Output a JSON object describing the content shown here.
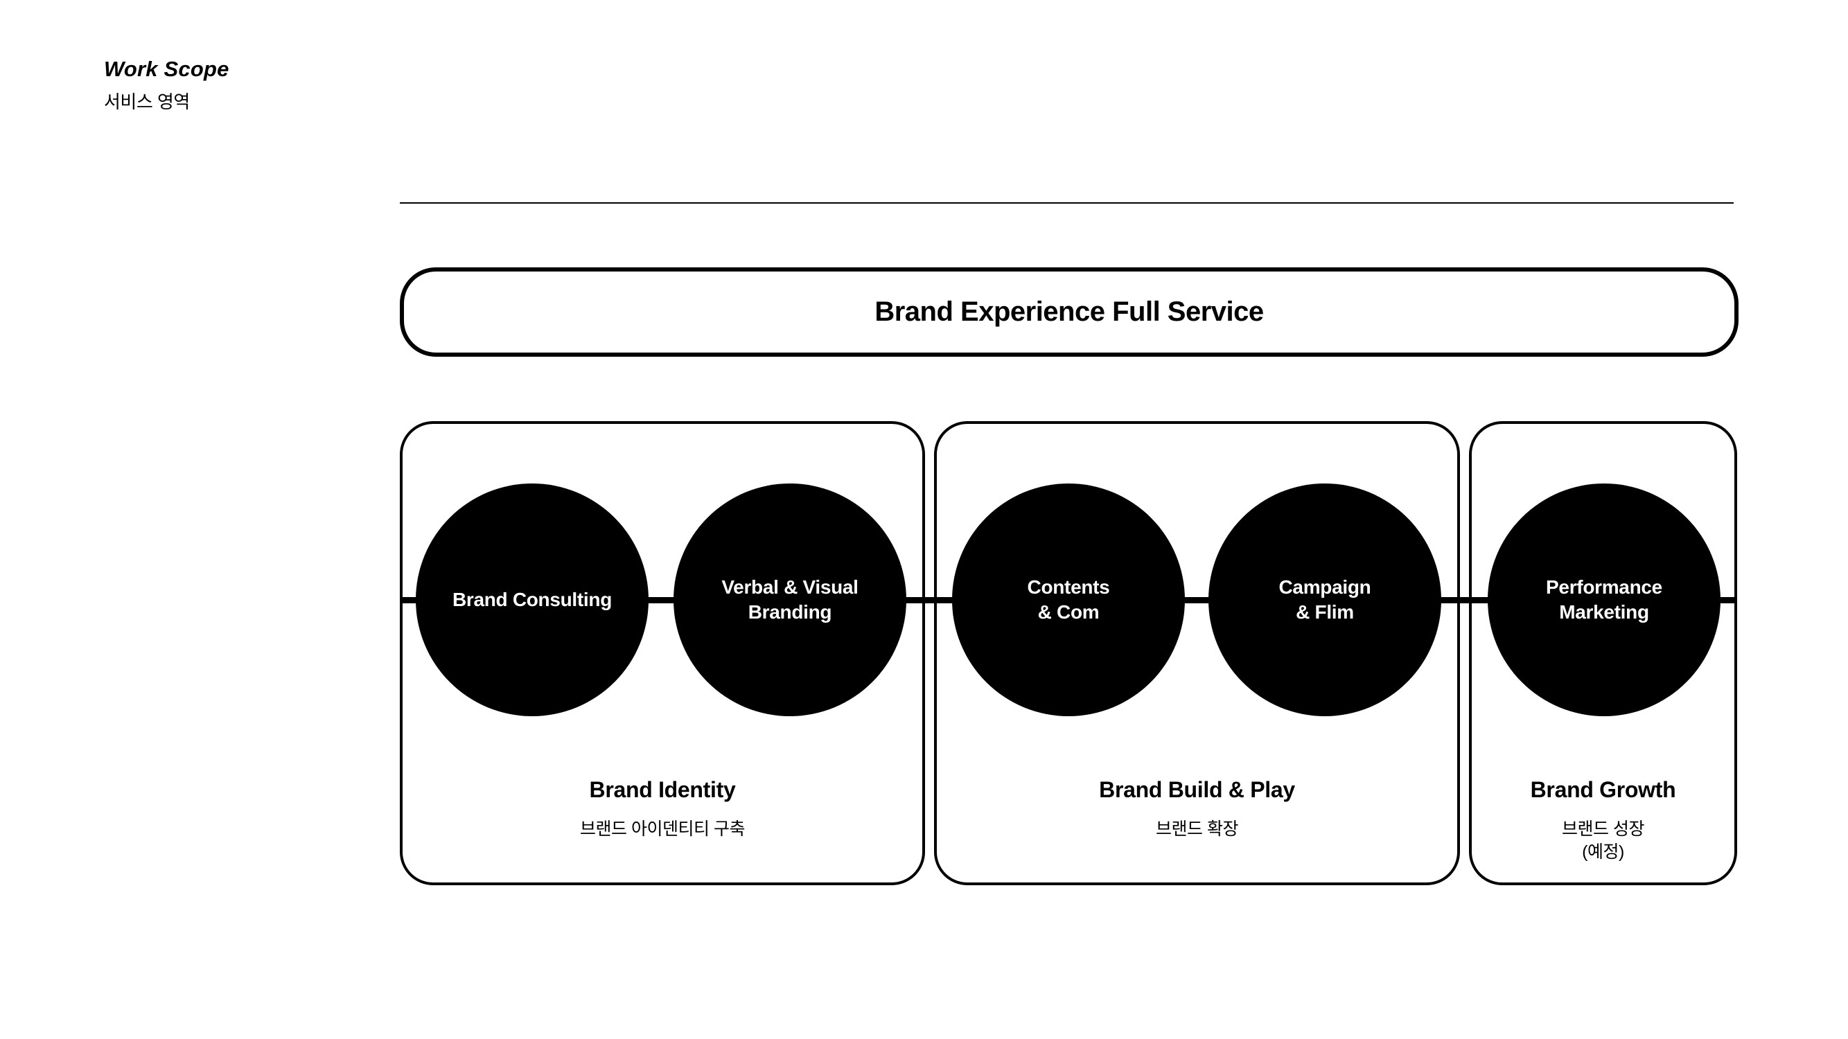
{
  "colors": {
    "ink": "#000000",
    "paper": "#ffffff"
  },
  "header": {
    "title": "Work Scope",
    "subtitle": "서비스 영역"
  },
  "banner": {
    "label": "Brand Experience Full Service"
  },
  "circles": [
    {
      "line1": "Brand Consulting",
      "line2": ""
    },
    {
      "line1": "Verbal & Visual",
      "line2": "Branding"
    },
    {
      "line1": "Contents",
      "line2": "& Com"
    },
    {
      "line1": "Campaign",
      "line2": "& Flim"
    },
    {
      "line1": "Performance",
      "line2": "Marketing"
    }
  ],
  "groups": [
    {
      "title": "Brand Identity",
      "subtitle": "브랜드 아이덴티티 구축",
      "note": ""
    },
    {
      "title": "Brand Build & Play",
      "subtitle": "브랜드 확장",
      "note": ""
    },
    {
      "title": "Brand Growth",
      "subtitle": "브랜드 성장",
      "note": "(예정)"
    }
  ]
}
